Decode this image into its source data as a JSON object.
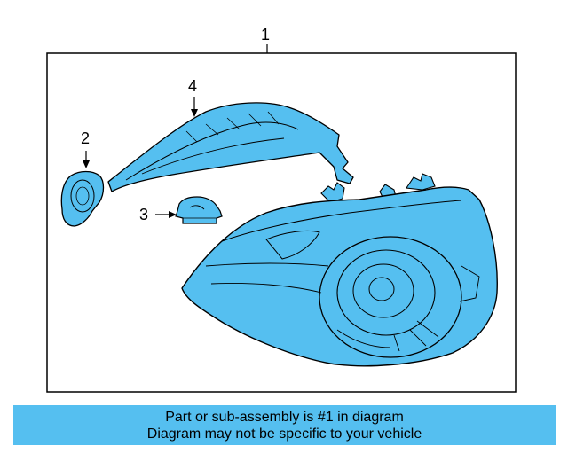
{
  "callouts": {
    "main": "1",
    "bracket": "2",
    "bulb": "3",
    "housing": "4"
  },
  "banner": {
    "line1": "Part or sub-assembly is #1 in diagram",
    "line2": "Diagram may not be specific to your vehicle"
  },
  "colors": {
    "part_fill": "#55bff0",
    "banner_bg": "#55bff0",
    "outline": "#000000"
  }
}
